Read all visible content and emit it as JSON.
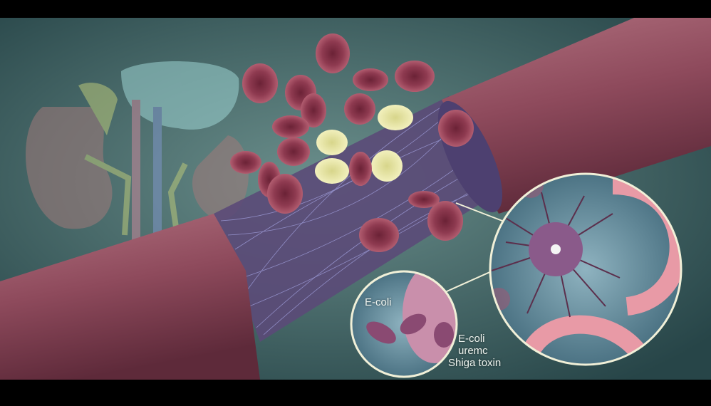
{
  "labels": {
    "inset_small": "E-coli",
    "caption_line1": "E-coli",
    "caption_line2": "uremc",
    "caption_line3": "Shiga toxin"
  },
  "colors": {
    "background": "#4d7476",
    "vessel": "#8e4a5c",
    "rbc": "#8a3348",
    "platelet": "#e8e6a4",
    "fibrin": "#8f8fd0",
    "inset_border": "#f1f0d8"
  }
}
